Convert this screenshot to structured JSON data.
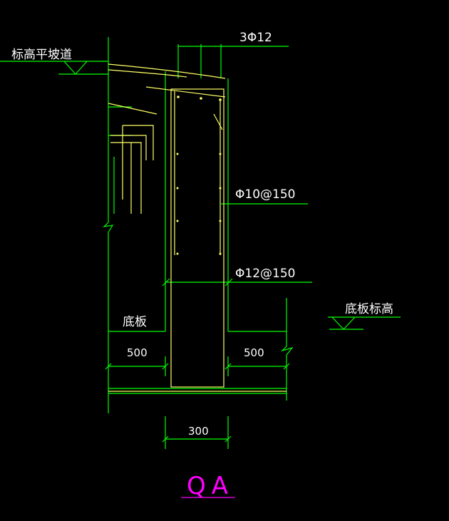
{
  "labels": {
    "top_rebar": "3Φ12",
    "slope_elevation": "标高平坡道",
    "stirrup_rebar": "Φ10@150",
    "bottom_rebar": "Φ12@150",
    "base_plate": "底板",
    "base_elevation": "底板标高"
  },
  "dimensions": {
    "left_width": "500",
    "right_width": "500",
    "wall_width": "300"
  },
  "title": "QA",
  "colors": {
    "background": "#000000",
    "green": "#00ff00",
    "yellow": "#ffff66",
    "magenta": "#ff00ff",
    "white": "#ffffff"
  }
}
